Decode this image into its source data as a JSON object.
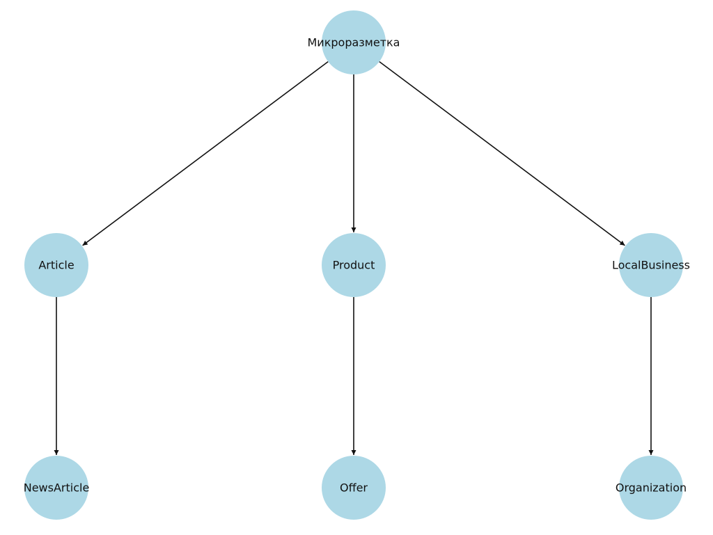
{
  "diagram": {
    "type": "tree",
    "node_color": "#add8e6",
    "edge_color": "#111111",
    "nodes": [
      {
        "id": "root",
        "label": "Микроразметка"
      },
      {
        "id": "article",
        "label": "Article"
      },
      {
        "id": "product",
        "label": "Product"
      },
      {
        "id": "localbusiness",
        "label": "LocalBusiness"
      },
      {
        "id": "newsarticle",
        "label": "NewsArticle"
      },
      {
        "id": "offer",
        "label": "Offer"
      },
      {
        "id": "organization",
        "label": "Organization"
      }
    ],
    "edges": [
      {
        "from": "root",
        "to": "article"
      },
      {
        "from": "root",
        "to": "product"
      },
      {
        "from": "root",
        "to": "localbusiness"
      },
      {
        "from": "article",
        "to": "newsarticle"
      },
      {
        "from": "product",
        "to": "offer"
      },
      {
        "from": "localbusiness",
        "to": "organization"
      }
    ]
  }
}
